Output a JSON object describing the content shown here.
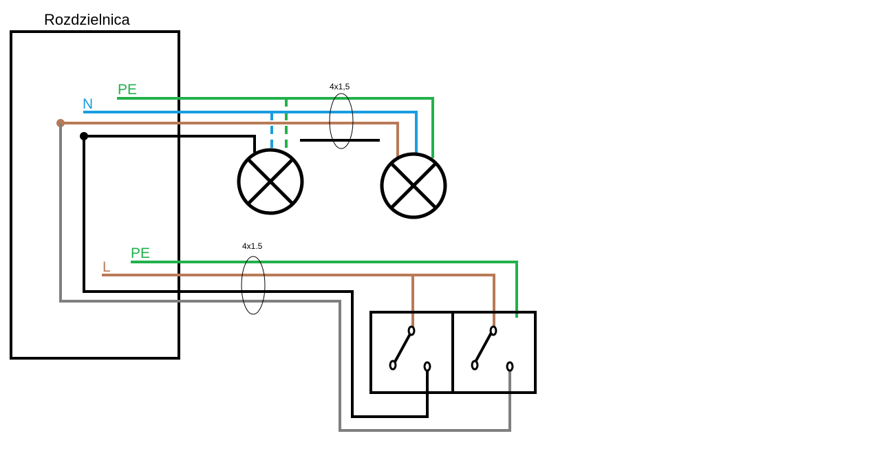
{
  "title": "Rozdzielnica",
  "labels": {
    "pe_top": "PE",
    "n_top": "N",
    "pe_bottom": "PE",
    "l_bottom": "L"
  },
  "cables": {
    "top": "4x1,5",
    "bottom": "4x1.5"
  },
  "colors": {
    "pe": "#22b14c",
    "n": "#1a9de0",
    "l": "#b97a57",
    "black": "#000000",
    "gray": "#7f7f7f"
  }
}
